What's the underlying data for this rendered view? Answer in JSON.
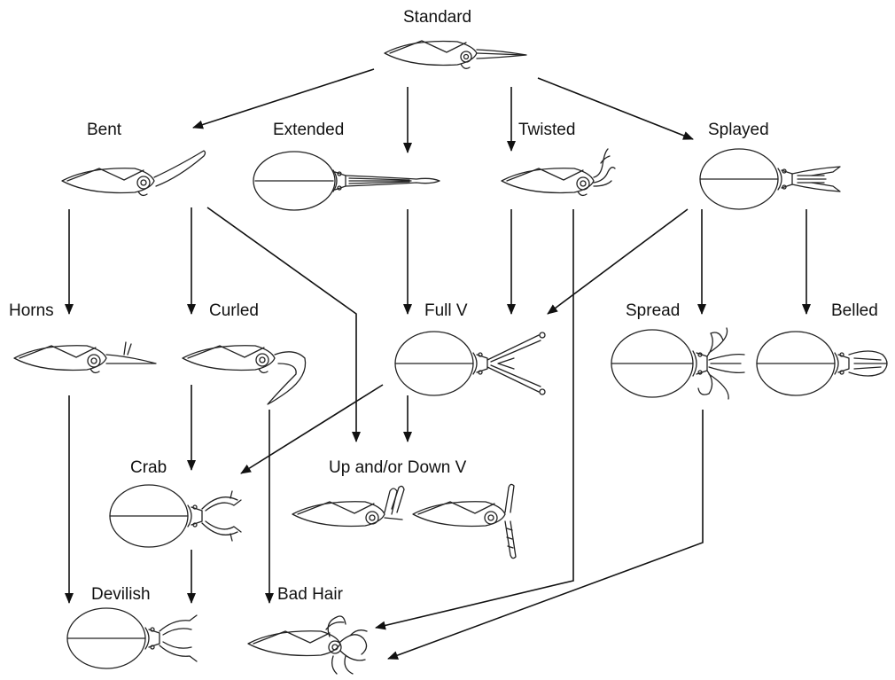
{
  "labels": {
    "standard": "Standard",
    "bent": "Bent",
    "extended": "Extended",
    "twisted": "Twisted",
    "splayed": "Splayed",
    "horns": "Horns",
    "curled": "Curled",
    "full_v": "Full V",
    "spread": "Spread",
    "belled": "Belled",
    "crab": "Crab",
    "up_down_v": "Up and/or Down V",
    "devilish": "Devilish",
    "bad_hair": "Bad Hair"
  }
}
